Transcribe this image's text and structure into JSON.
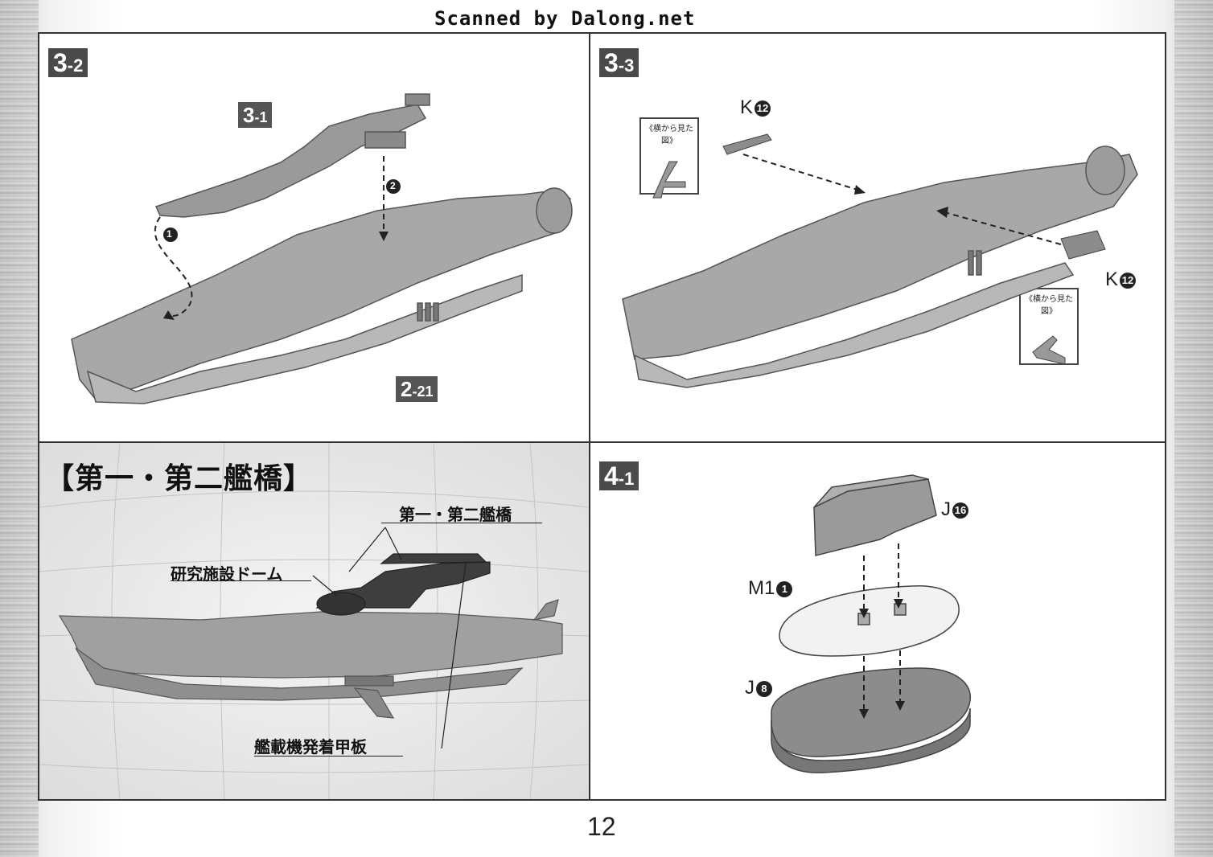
{
  "watermark": "Scanned by Dalong.net",
  "page_number": "12",
  "panels": {
    "step_3_2": {
      "badge_main": "3",
      "badge_sub": "-2",
      "callout_3_1": {
        "main": "3",
        "sub": "-1"
      },
      "callout_2_21": {
        "main": "2",
        "sub": "-21"
      },
      "order_markers": [
        "1",
        "2"
      ]
    },
    "step_3_3": {
      "badge_main": "3",
      "badge_sub": "-3",
      "part_top": {
        "letter": "K",
        "number": "12"
      },
      "part_right": {
        "letter": "K",
        "number": "12"
      },
      "side_view_caption": "《横から見た図》"
    },
    "bridge_section": {
      "title": "【第一・第二艦橋】",
      "labels": {
        "bridges": "第一・第二艦橋",
        "dome": "研究施設ドーム",
        "deck": "艦載機発着甲板"
      }
    },
    "step_4_1": {
      "badge_main": "4",
      "badge_sub": "-1",
      "parts": [
        {
          "letter": "J",
          "number": "16"
        },
        {
          "letter": "M1",
          "number": "1"
        },
        {
          "letter": "J",
          "number": "8"
        }
      ]
    }
  }
}
